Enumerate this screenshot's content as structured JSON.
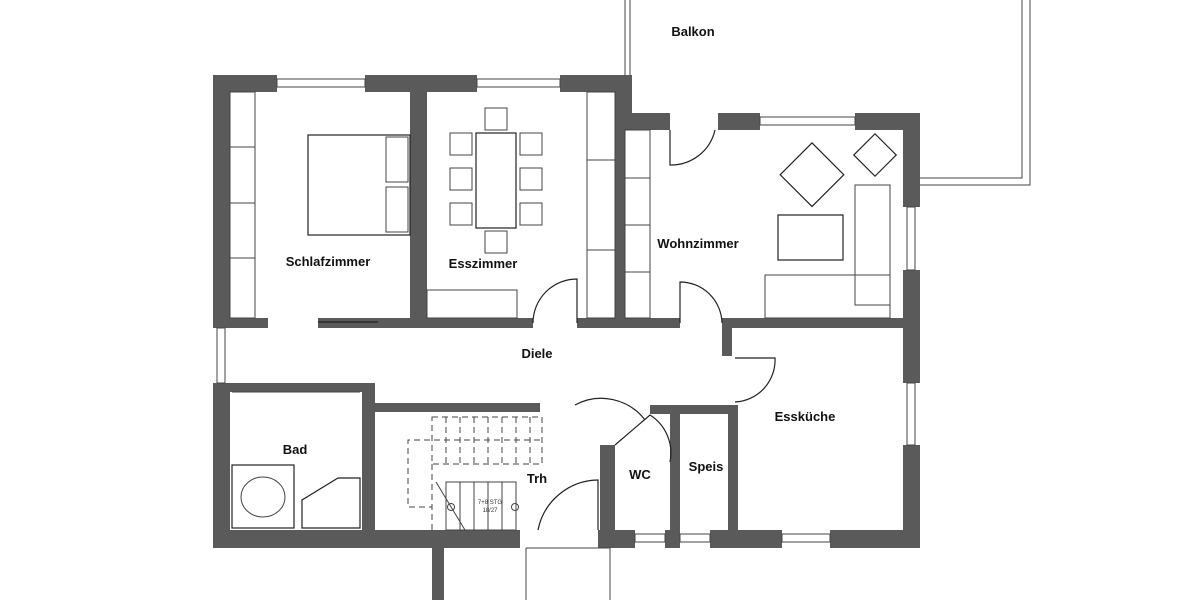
{
  "rooms": {
    "balkon": "Balkon",
    "schlafzimmer": "Schlafzimmer",
    "esszimmer": "Esszimmer",
    "wohnzimmer": "Wohnzimmer",
    "diele": "Diele",
    "esskueche": "Essküche",
    "bad": "Bad",
    "treppenhaus": "Trh",
    "wc": "WC",
    "speis": "Speis"
  },
  "stair": {
    "steps": "7+8 STG",
    "ratio": "18/27"
  },
  "colors": {
    "wall": "#5a5a5a",
    "line": "#222222",
    "background": "#ffffff"
  }
}
